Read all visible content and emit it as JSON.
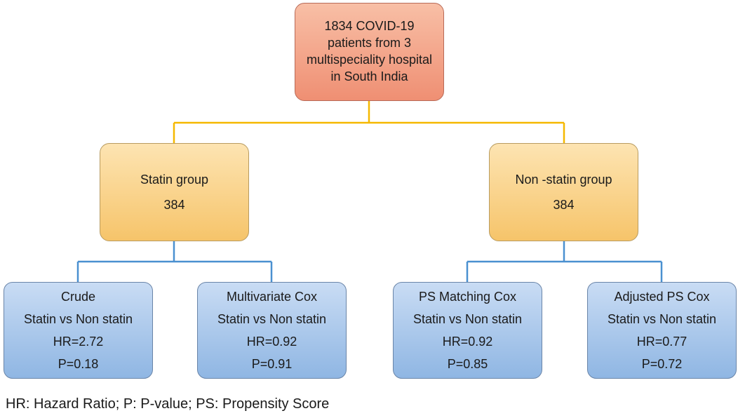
{
  "root": {
    "lines": [
      "1834 COVID-19",
      "patients from 3",
      "multispeciality hospital",
      "in South India"
    ]
  },
  "groups": [
    {
      "label": "Statin group",
      "count": "384"
    },
    {
      "label": "Non -statin group",
      "count": "384"
    }
  ],
  "leaves": [
    {
      "title": "Crude",
      "comparison": "Statin vs Non statin",
      "hr": "HR=2.72",
      "p": "P=0.18"
    },
    {
      "title": "Multivariate Cox",
      "comparison": "Statin vs Non statin",
      "hr": "HR=0.92",
      "p": "P=0.91"
    },
    {
      "title": "PS Matching Cox",
      "comparison": "Statin vs Non statin",
      "hr": "HR=0.92",
      "p": "P=0.85"
    },
    {
      "title": "Adjusted PS Cox",
      "comparison": "Statin vs Non statin",
      "hr": "HR=0.77",
      "p": "P=0.72"
    }
  ],
  "footnote": "HR: Hazard Ratio; P: P-value; PS: Propensity Score",
  "colors": {
    "root_connector": "#f5b800",
    "group_connector": "#4a90d0"
  }
}
